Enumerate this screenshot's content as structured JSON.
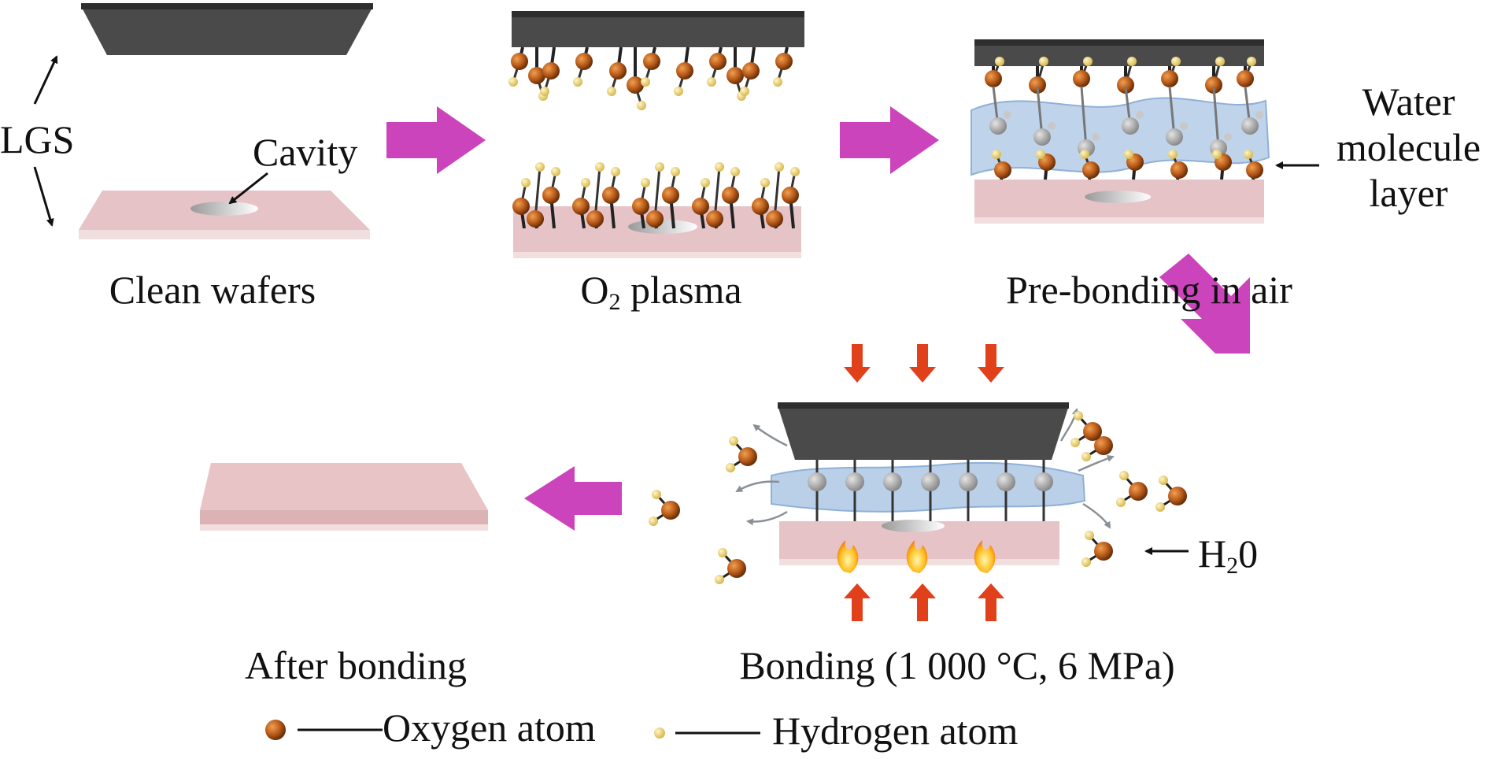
{
  "labels": {
    "lgs": "LGS",
    "cavity": "Cavity",
    "water_layer": [
      "Water",
      "molecule",
      "layer"
    ],
    "h2o_main": "H",
    "h2o_sub": "2",
    "h2o_end": "0"
  },
  "stages": {
    "clean": "Clean wafers",
    "plasma_main": "O",
    "plasma_sub": "2",
    "plasma_end": " plasma",
    "prebond": "Pre-bonding in air",
    "bonding": "Bonding (1 000 °C, 6 MPa)",
    "after": "After bonding"
  },
  "legend": {
    "oxygen": "Oxygen atom",
    "hydrogen": "Hydrogen atom"
  },
  "colors": {
    "process_arrow": "#cc44bb",
    "pressure_arrow": "#e0401a",
    "oxygen": "#b85a1a",
    "hydrogen": "#ecd67a",
    "top_wafer": "#4a4a4a",
    "bottom_wafer": "#e8c6c8",
    "water_layer": "#a9c4e4"
  }
}
